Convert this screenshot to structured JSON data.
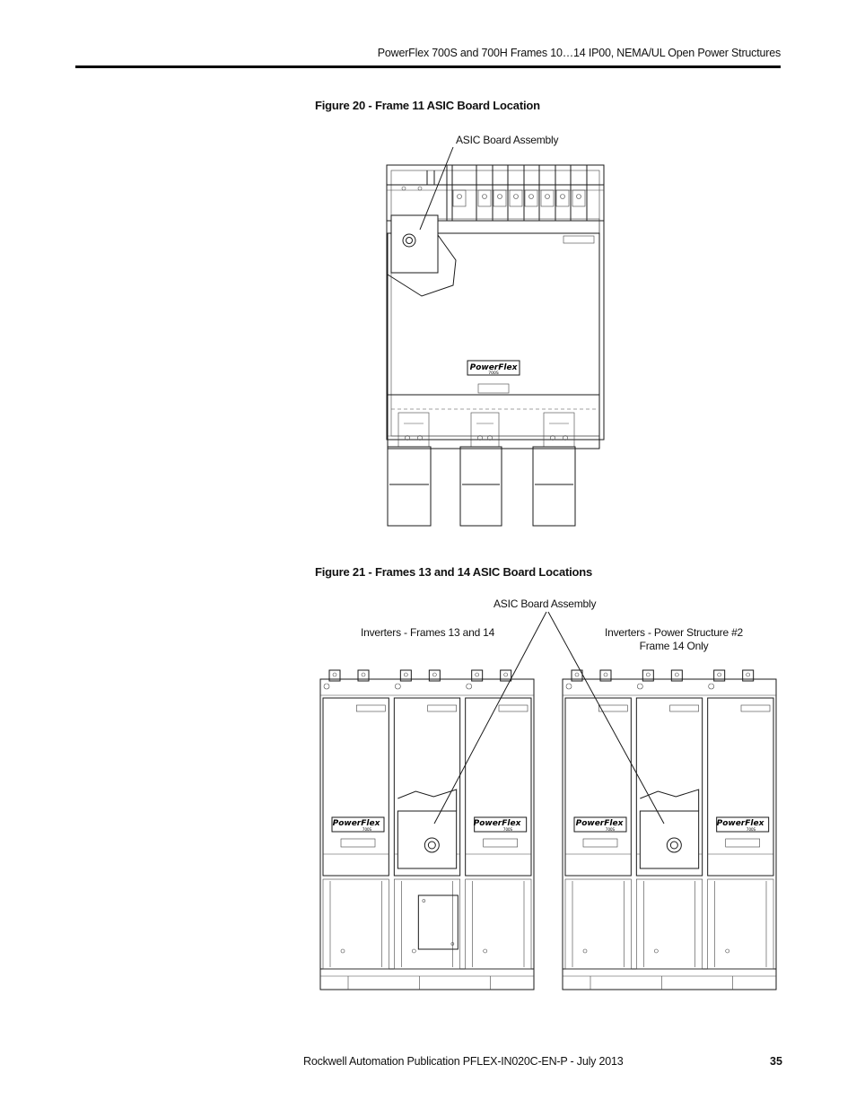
{
  "header": {
    "running_title": "PowerFlex 700S and 700H Frames 10…14 IP00, NEMA/UL Open Power Structures"
  },
  "figure20": {
    "title": "Figure 20 - Frame 11 ASIC Board Location",
    "callout": "ASIC Board Assembly",
    "badge_brand": "PowerFlex",
    "badge_model": "700S"
  },
  "figure21": {
    "title": "Figure 21 - Frames 13 and 14 ASIC Board Locations",
    "callout_center": "ASIC Board Assembly",
    "callout_left": "Inverters - Frames 13 and 14",
    "callout_right": "Inverters - Power Structure #2 Frame 14 Only",
    "badge_brand": "PowerFlex",
    "badge_model": "700S"
  },
  "footer": {
    "publication": "Rockwell Automation Publication PFLEX-IN020C-EN-P - July 2013",
    "page_number": "35"
  }
}
